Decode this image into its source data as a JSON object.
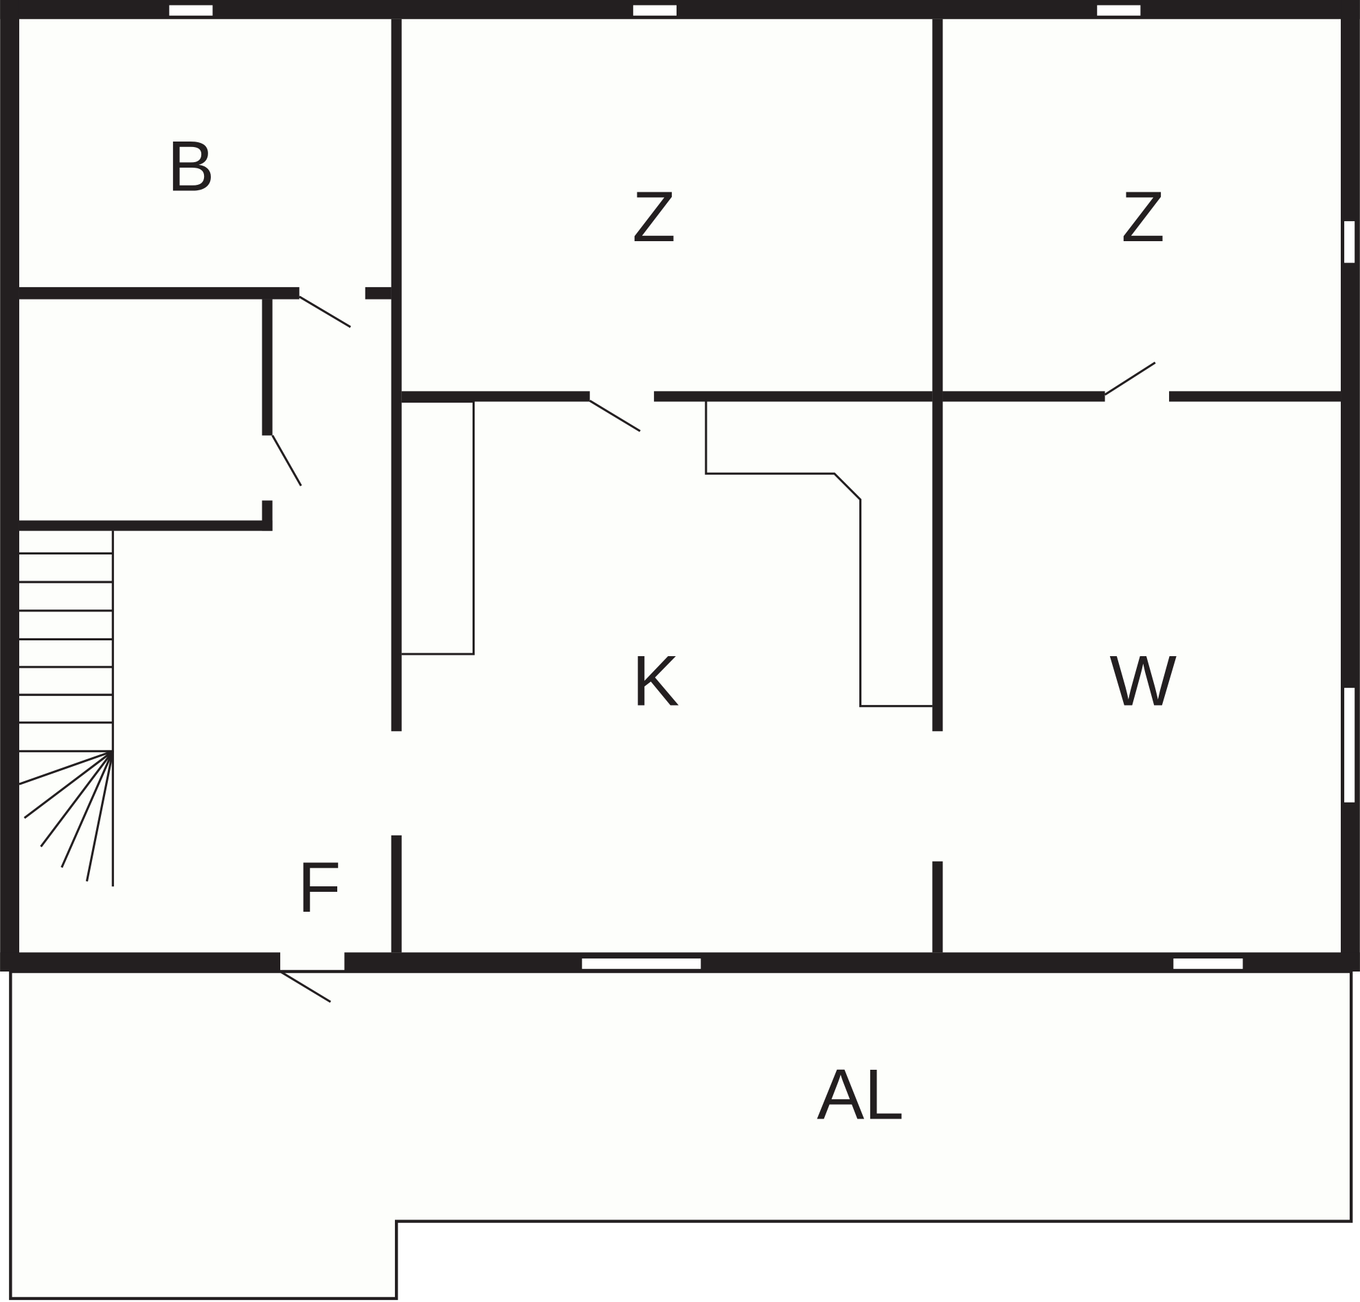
{
  "floorplan": {
    "rooms": {
      "bedroom": "B",
      "room_1": "Z",
      "room_2": "Z",
      "kitchen": "K",
      "living": "W",
      "hall": "F",
      "balcony": "AL"
    },
    "colors": {
      "wall": "#231f20",
      "floor": "#fdfefb",
      "background": "#ffffff"
    }
  }
}
